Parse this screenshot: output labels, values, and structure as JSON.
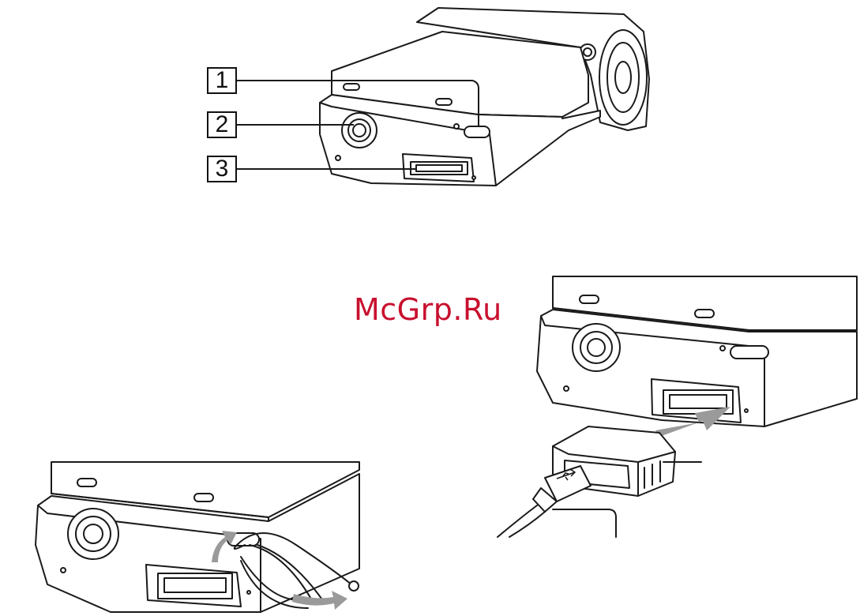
{
  "callouts": [
    {
      "number": "1",
      "part": "strap-hook"
    },
    {
      "number": "2",
      "part": "tripod-receptacle"
    },
    {
      "number": "3",
      "part": "multi-connector"
    }
  ],
  "watermark": {
    "text": "McGrp.Ru",
    "color": "#c8102e"
  },
  "colors": {
    "line": "#1a1a1a",
    "body_fill": "#ffffff",
    "arrow_fill": "#9a9a9a"
  },
  "icons": {
    "usb_plug": "usb-icon"
  }
}
